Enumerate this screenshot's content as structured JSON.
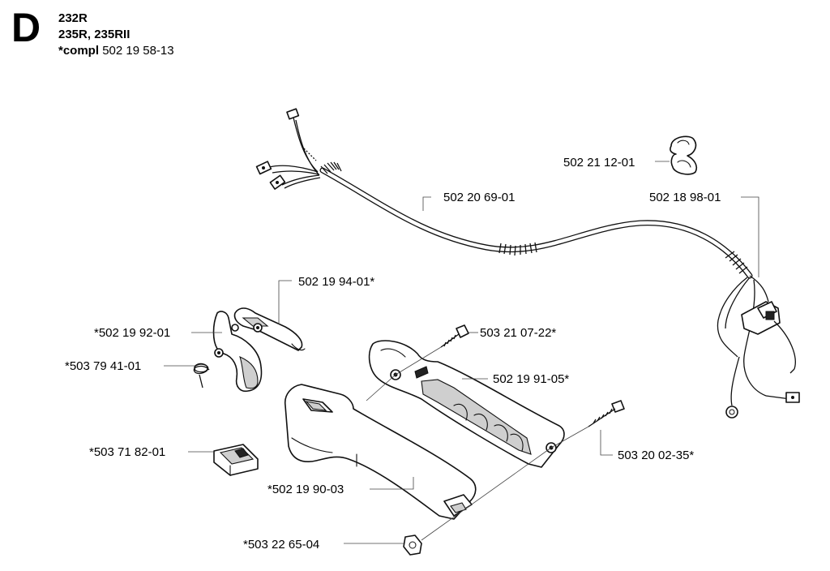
{
  "header": {
    "section_letter": "D",
    "models_line1": "232R",
    "models_line2": "235R, 235RII",
    "compl_prefix": "*compl",
    "compl_number": "502 19 58-13"
  },
  "parts": [
    {
      "id": "p-502-21-12-01",
      "label": "502 21 12-01"
    },
    {
      "id": "p-502-20-69-01",
      "label": "502 20 69-01"
    },
    {
      "id": "p-502-18-98-01",
      "label": "502 18 98-01"
    },
    {
      "id": "p-502-19-94-01",
      "label": "502 19 94-01*"
    },
    {
      "id": "p-502-19-92-01",
      "label": "*502 19 92-01"
    },
    {
      "id": "p-503-79-41-01",
      "label": "*503 79 41-01"
    },
    {
      "id": "p-503-21-07-22",
      "label": "503 21 07-22*"
    },
    {
      "id": "p-502-19-91-05",
      "label": "502 19 91-05*"
    },
    {
      "id": "p-503-71-82-01",
      "label": "*503 71 82-01"
    },
    {
      "id": "p-503-20-02-35",
      "label": "503 20 02-35*"
    },
    {
      "id": "p-502-19-90-03",
      "label": "*502 19 90-03"
    },
    {
      "id": "p-503-22-65-04",
      "label": "*503 22 65-04"
    }
  ]
}
